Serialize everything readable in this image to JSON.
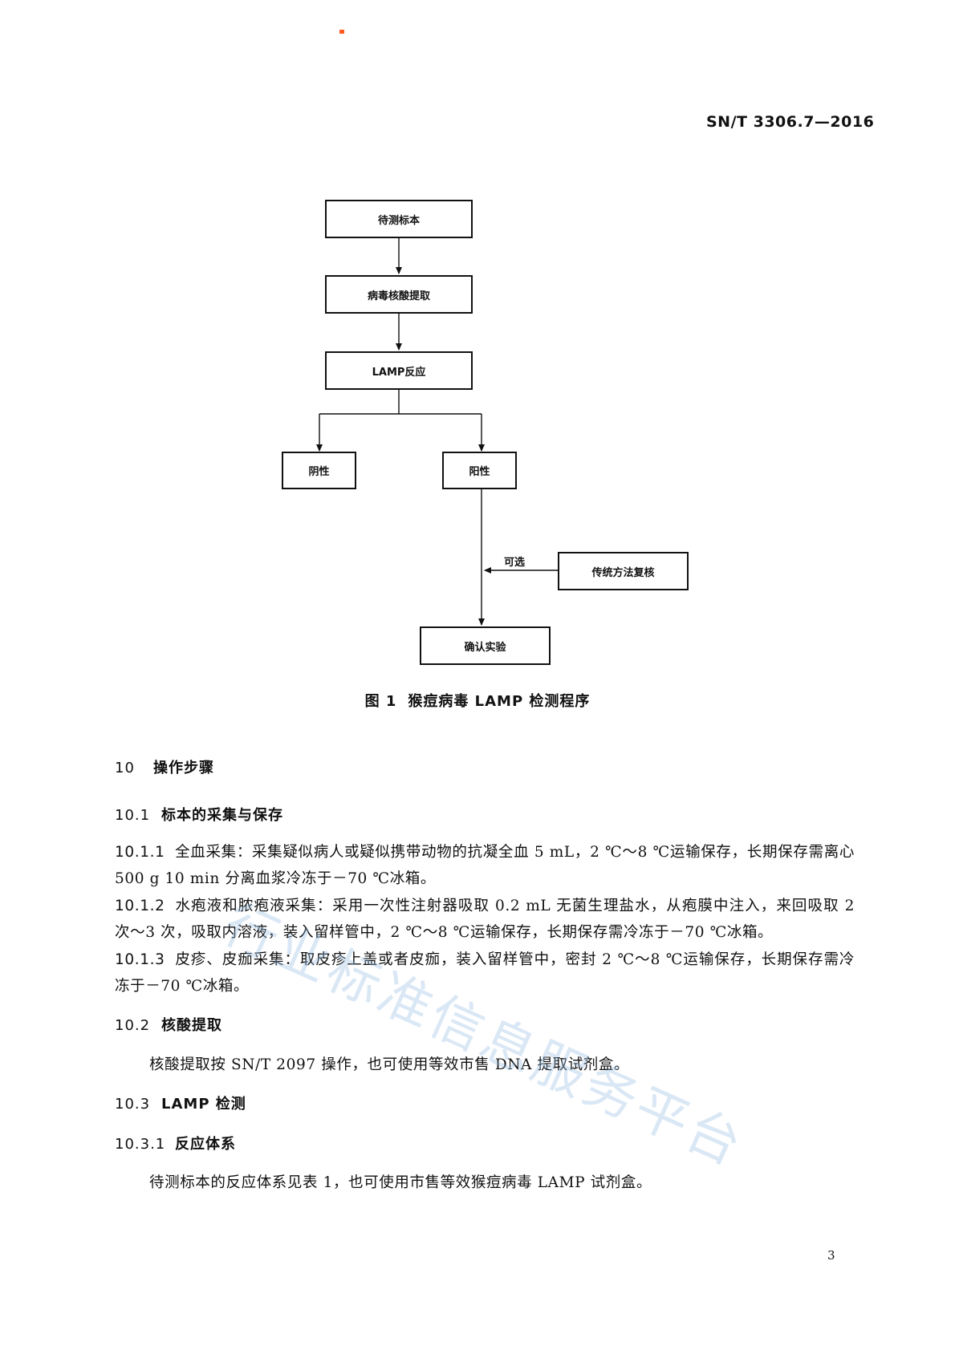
{
  "header": {
    "doc_code": "SN/T 3306.7—2016"
  },
  "flowchart": {
    "nodes": {
      "specimen": "待测标本",
      "extraction": "病毒核酸提取",
      "lamp": "LAMP反应",
      "negative": "阴性",
      "positive": "阳性",
      "traditional": "传统方法复核",
      "confirm": "确认实验"
    },
    "optional_label": "可选"
  },
  "figure_caption": {
    "number": "图 1",
    "title": "猴痘病毒 LAMP 检测程序"
  },
  "sections": {
    "s10": {
      "num": "10",
      "title": "操作步骤"
    },
    "s10_1": {
      "num": "10.1",
      "title": "标本的采集与保存"
    },
    "p10_1_1": {
      "num": "10.1.1",
      "text": "全血采集：采集疑似病人或疑似携带动物的抗凝全血 5 mL，2 ℃～8 ℃运输保存，长期保存需离心 500 g 10 min 分离血浆冷冻于－70 ℃冰箱。"
    },
    "p10_1_2": {
      "num": "10.1.2",
      "text": "水疱液和脓疱液采集：采用一次性注射器吸取 0.2 mL 无菌生理盐水，从疱膜中注入，来回吸取 2 次～3 次，吸取内溶液，装入留样管中，2 ℃～8 ℃运输保存，长期保存需冷冻于－70 ℃冰箱。"
    },
    "p10_1_3": {
      "num": "10.1.3",
      "text": "皮疹、皮痂采集：取皮疹上盖或者皮痂，装入留样管中，密封 2 ℃～8 ℃运输保存，长期保存需冷冻于－70 ℃冰箱。"
    },
    "s10_2": {
      "num": "10.2",
      "title": "核酸提取"
    },
    "p10_2": {
      "text": "核酸提取按 SN/T 2097 操作，也可使用等效市售 DNA 提取试剂盒。"
    },
    "s10_3": {
      "num": "10.3",
      "title": "LAMP 检测"
    },
    "s10_3_1": {
      "num": "10.3.1",
      "title": "反应体系"
    },
    "p10_3_1": {
      "text": "待测标本的反应体系见表 1，也可使用市售等效猴痘病毒 LAMP 试剂盒。"
    }
  },
  "footer": {
    "page_number": "3"
  },
  "watermark": "行业标准信息服务平台"
}
